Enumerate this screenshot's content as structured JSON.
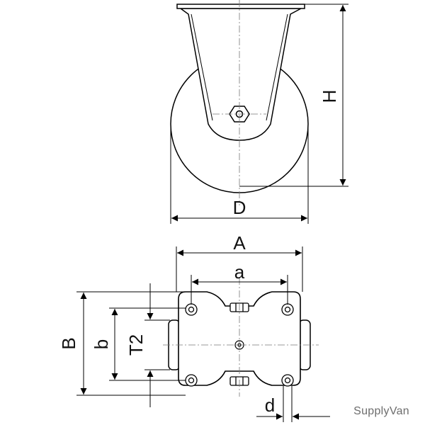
{
  "dimensions": {
    "diameter": "D",
    "height": "H",
    "plate_width": "A",
    "hole_spacing_width": "a",
    "plate_length": "B",
    "hole_spacing_length": "b",
    "tread_width": "T2",
    "hole_diameter": "d"
  },
  "brand": "SupplyVan"
}
